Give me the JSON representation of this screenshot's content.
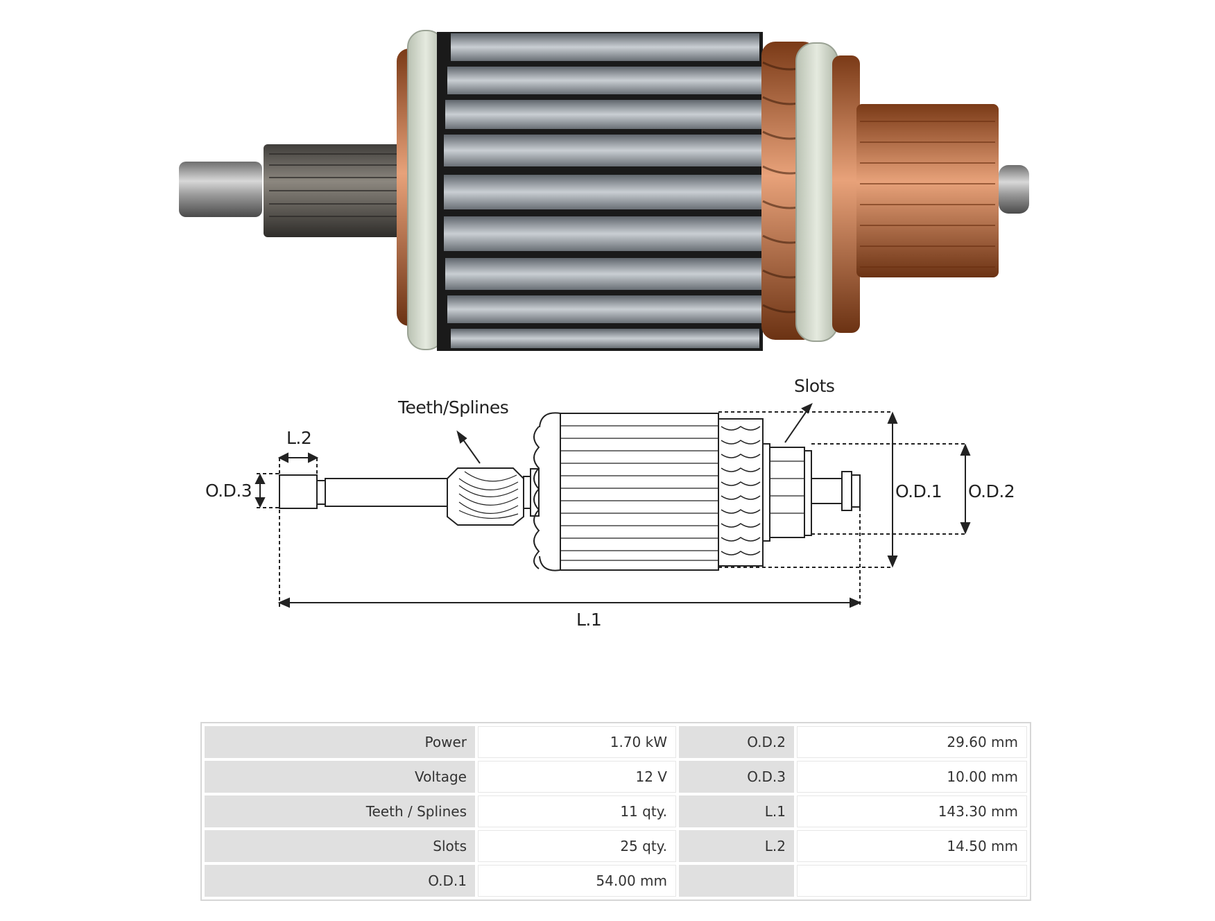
{
  "diagram": {
    "labels": {
      "teeth_splines": "Teeth/Splines",
      "slots": "Slots",
      "l2": "L.2",
      "l1": "L.1",
      "od1": "O.D.1",
      "od2": "O.D.2",
      "od3": "O.D.3"
    }
  },
  "specs": {
    "rows": [
      {
        "k1": "Power",
        "v1": "1.70 kW",
        "k2": "O.D.2",
        "v2": "29.60 mm"
      },
      {
        "k1": "Voltage",
        "v1": "12 V",
        "k2": "O.D.3",
        "v2": "10.00 mm"
      },
      {
        "k1": "Teeth / Splines",
        "v1": "11 qty.",
        "k2": "L.1",
        "v2": "143.30 mm"
      },
      {
        "k1": "Slots",
        "v1": "25 qty.",
        "k2": "L.2",
        "v2": "14.50 mm"
      },
      {
        "k1": "O.D.1",
        "v1": "54.00 mm",
        "k2": "",
        "v2": ""
      }
    ]
  },
  "colors": {
    "steel": "#8a8f95",
    "copper": "#b5652e",
    "insulator": "#cfd6c8"
  }
}
